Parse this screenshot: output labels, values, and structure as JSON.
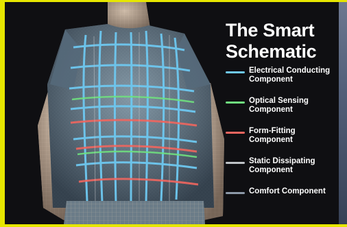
{
  "title": {
    "line1": "The Smart",
    "line2": "Schematic"
  },
  "legend": [
    {
      "label": "Electrical Conducting\nComponent",
      "color": "#6ec8f0",
      "icon": "legend-line-electrical"
    },
    {
      "label": "Optical Sensing\nComponent",
      "color": "#6fe07f",
      "icon": "legend-line-optical"
    },
    {
      "label": "Form-Fitting\nComponent",
      "color": "#f0665f",
      "icon": "legend-line-form"
    },
    {
      "label": "Static Dissipating\nComponent",
      "color": "#bfc3c7",
      "icon": "legend-line-static"
    },
    {
      "label": "Comfort Component",
      "color": "#8d99a8",
      "icon": "legend-line-comfort"
    }
  ],
  "colors": {
    "frame_border": "#e6e600",
    "background": "#0f0f12",
    "shirt_fabric": "#6b7f8e",
    "skin_mesh": "#cdb7a4"
  }
}
